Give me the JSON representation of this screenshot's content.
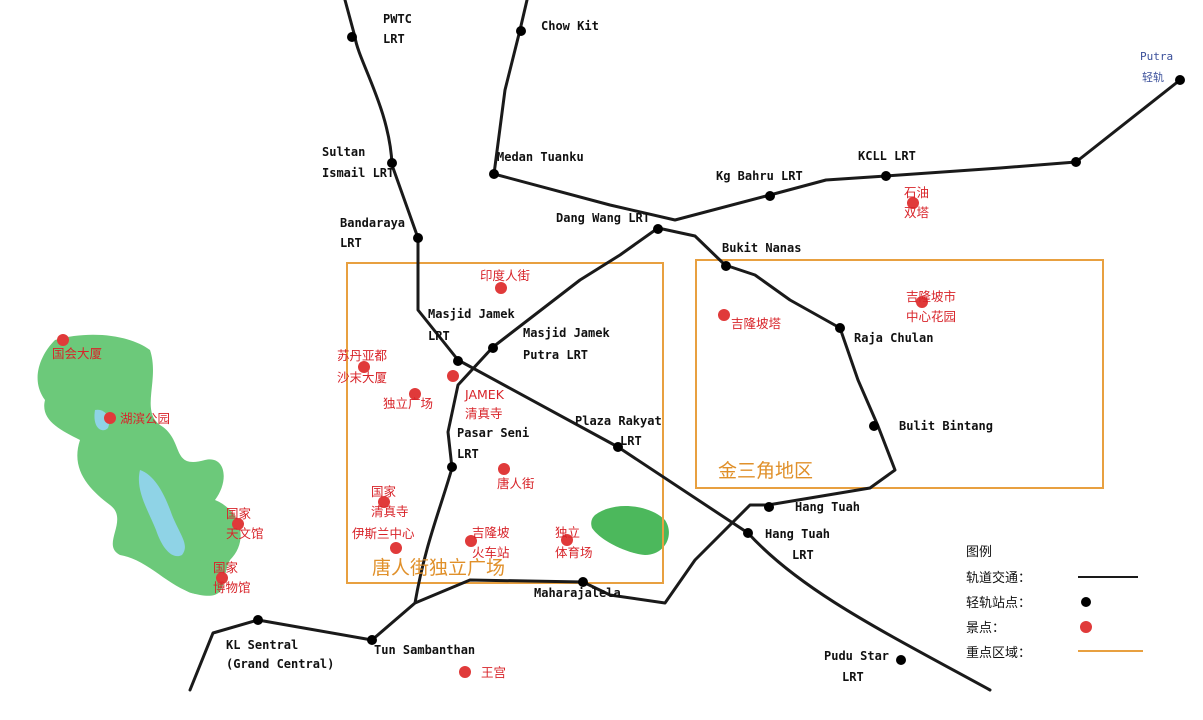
{
  "stations": {
    "pwtc": [
      "PWTC",
      "LRT"
    ],
    "chow_kit": [
      "Chow Kit"
    ],
    "putra": [
      "Putra",
      "轻轨"
    ],
    "sultan_ismail": [
      "Sultan",
      "Ismail LRT"
    ],
    "medan_tuanku": [
      "Medan Tuanku"
    ],
    "kg_bahru": [
      "Kg Bahru LRT"
    ],
    "kcll": [
      "KCLL LRT"
    ],
    "dang_wang": [
      "Dang Wang LRT"
    ],
    "bandaraya": [
      "Bandaraya",
      "LRT"
    ],
    "bukit_nanas": [
      "Bukit Nanas"
    ],
    "masjid_jamek": [
      "Masjid Jamek",
      "LRT"
    ],
    "masjid_jamek_putra": [
      "Masjid Jamek",
      "Putra LRT"
    ],
    "raja_chulan": [
      "Raja Chulan"
    ],
    "plaza_rakyat": [
      "Plaza Rakyat",
      "LRT"
    ],
    "pasar_seni": [
      "Pasar Seni",
      "LRT"
    ],
    "bukit_bintang": [
      "Bulit Bintang"
    ],
    "hang_tuah": [
      "Hang Tuah"
    ],
    "hang_tuah_lrt": [
      "Hang Tuah",
      "LRT"
    ],
    "maharajalela": [
      "Maharajalela"
    ],
    "kl_sentral": [
      "KL Sentral",
      "(Grand Central)"
    ],
    "tun_sambanthan": [
      "Tun Sambanthan"
    ],
    "pudu_star": [
      "Pudu Star",
      "LRT"
    ]
  },
  "attractions": {
    "petronas": [
      "石油",
      "双塔"
    ],
    "india_street": [
      "印度人街"
    ],
    "klcc_park": [
      "吉隆坡市",
      "中心花园"
    ],
    "kl_tower": [
      "吉隆坡塔"
    ],
    "parliament": [
      "国会大厦"
    ],
    "sultan_abdul_samad": [
      "苏丹亚都",
      "沙末大厦"
    ],
    "merdeka_square": [
      "独立广场"
    ],
    "jamek_mosque": [
      "JAMEK",
      "清真寺"
    ],
    "lake_gardens": [
      "湖滨公园"
    ],
    "chinatown": [
      "唐人街"
    ],
    "national_mosque": [
      "国家",
      "清真寺"
    ],
    "planetarium": [
      "国家",
      "天文馆"
    ],
    "islamic_centre": [
      "伊斯兰中心"
    ],
    "railway_station": [
      "吉隆坡",
      "火车站"
    ],
    "stadium": [
      "独立",
      "体育场"
    ],
    "museum": [
      "国家",
      "博物馆"
    ],
    "palace": [
      "王宫"
    ]
  },
  "zones": {
    "chinatown_zone": "唐人街独立广场",
    "golden_triangle": "金三角地区"
  },
  "legend": {
    "title": "图例",
    "rail": "轨道交通：",
    "station": "轻轨站点：",
    "attraction": "景点：",
    "zone": "重点区域："
  },
  "colors": {
    "rail": "#1a1a1a",
    "station": "#000000",
    "attraction": "#e03a3a",
    "zone_border": "#e8a040",
    "park": "#6cc97a",
    "lake": "#8fd3e6"
  }
}
